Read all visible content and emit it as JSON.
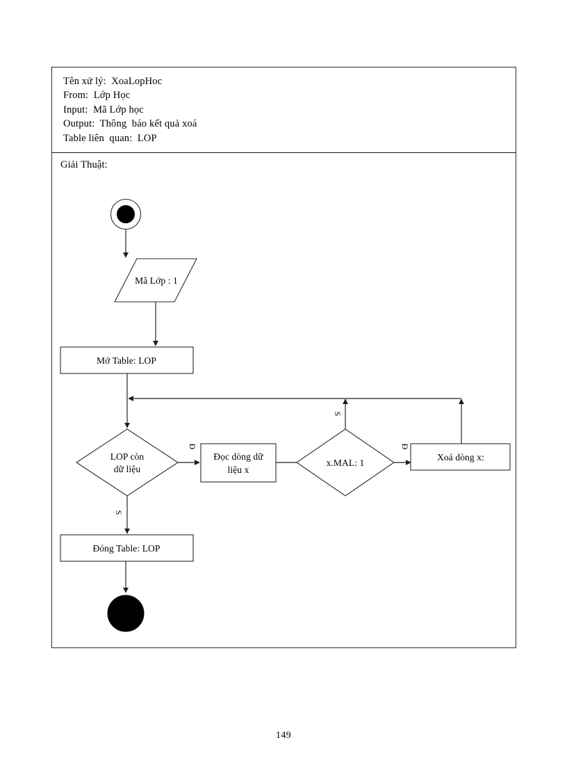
{
  "page": {
    "page_number": "149",
    "ink_color": "#000000",
    "frame_color": "#2a2a2a"
  },
  "header": {
    "lines": [
      "Tên xử lý:  XoaLopHoc",
      "From:  Lớp Học",
      "Input:  Mã Lớp học",
      "Output:  Thông  báo kết quả xoá",
      "Table liên  quan:  LOP"
    ],
    "process_name_label": "Tên xử lý:",
    "process_name_value": "XoaLopHoc",
    "from_label": "From:",
    "from_value": "Lớp Học",
    "input_label": "Input:",
    "input_value": "Mã Lớp học",
    "output_label": "Output:",
    "output_value": "Thông  báo kết quả xoá",
    "table_label": "Table liên  quan:",
    "table_value": "LOP"
  },
  "algorithm": {
    "section_title": "Giải Thuật:"
  },
  "flowchart": {
    "type": "activity-flowchart",
    "nodes": [
      {
        "id": "start",
        "shape": "initial-node",
        "label": ""
      },
      {
        "id": "input",
        "shape": "parallelogram",
        "label": "Mã Lớp : 1"
      },
      {
        "id": "open-table",
        "shape": "rectangle",
        "label": "Mở Table: LOP"
      },
      {
        "id": "has-data",
        "shape": "diamond",
        "label_line1": "LOP còn",
        "label_line2": "dữ liệu"
      },
      {
        "id": "read-row",
        "shape": "rectangle",
        "label_line1": "Đọc dòng dữ",
        "label_line2": "liệu x"
      },
      {
        "id": "check-mal",
        "shape": "diamond",
        "label": "x.MAL: 1"
      },
      {
        "id": "delete-row",
        "shape": "rectangle",
        "label": "Xoá dòng x:"
      },
      {
        "id": "close-table",
        "shape": "rectangle",
        "label": "Đóng Table: LOP"
      },
      {
        "id": "end",
        "shape": "final-node",
        "label": ""
      }
    ],
    "edge_labels": {
      "has_data_true": "Đ",
      "has_data_false": "S",
      "check_mal_true": "Đ",
      "check_mal_false": "S"
    }
  }
}
